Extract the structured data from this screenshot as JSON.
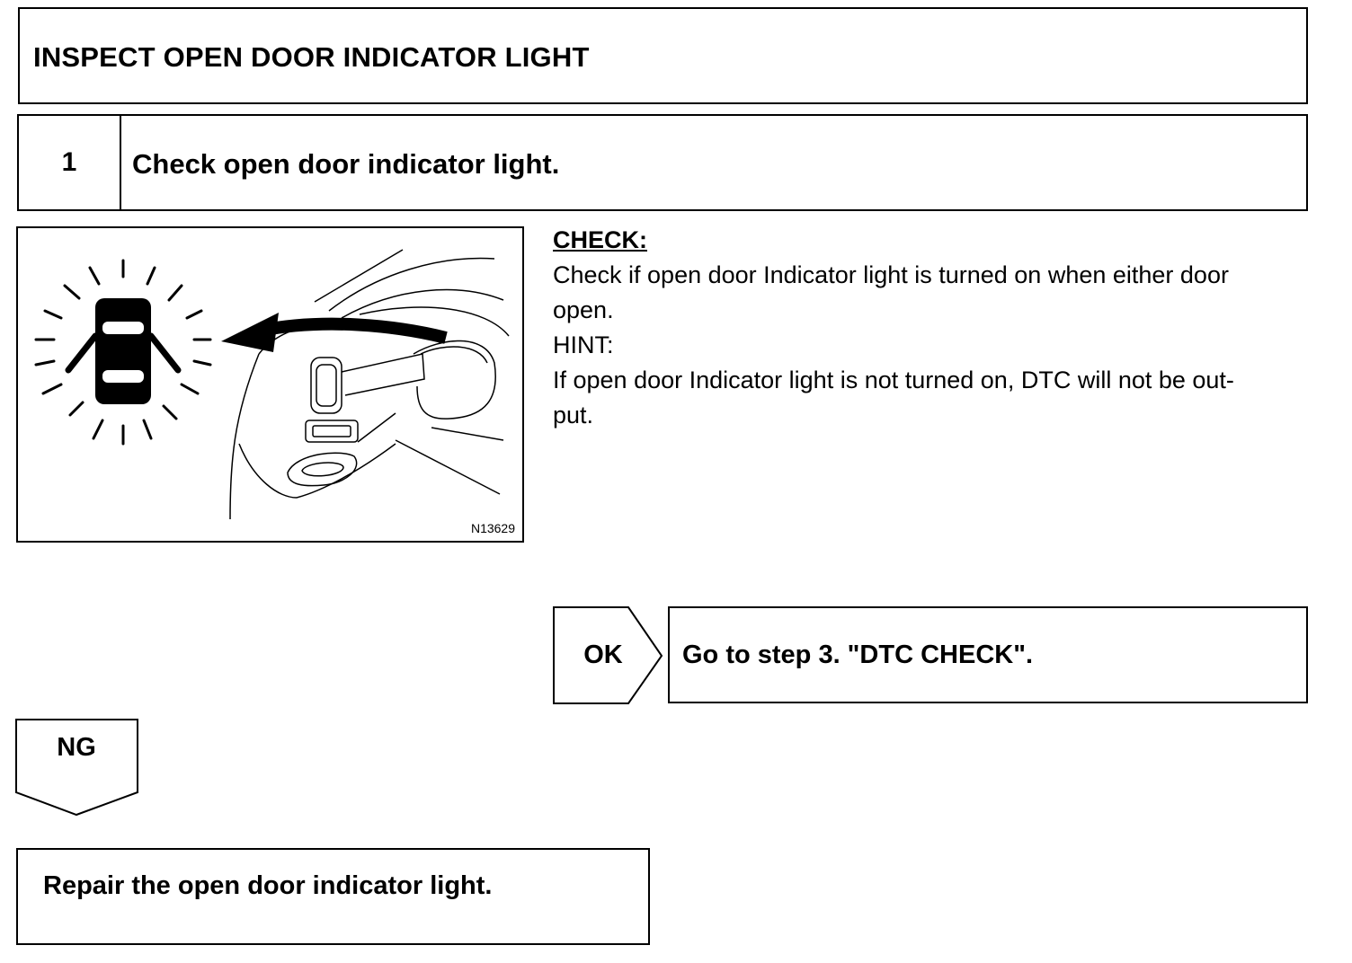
{
  "title": "INSPECT OPEN DOOR INDICATOR LIGHT",
  "step": {
    "number": "1",
    "title": "Check open door indicator light."
  },
  "figure": {
    "code": "N13629",
    "icons": [
      "door-open-car-indicator-icon",
      "arrow-left-icon",
      "instrument-panel-illustration"
    ]
  },
  "instructions": {
    "check_label": "CHECK:",
    "check_line1": "Check if open door Indicator light is turned on when either door",
    "check_line2": "open.",
    "hint_label": "HINT:",
    "hint_line1": "If open door Indicator light is not turned on, DTC will not be out-",
    "hint_line2": "put."
  },
  "ok_branch": {
    "label": "OK",
    "result": "Go to step 3. \"DTC CHECK\"."
  },
  "ng_branch": {
    "label": "NG",
    "result": "Repair the open door indicator light."
  }
}
